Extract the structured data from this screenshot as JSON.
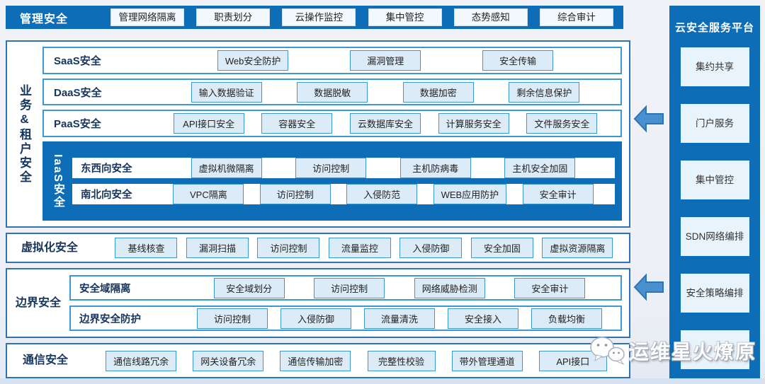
{
  "palette": {
    "deep_blue": "#0d6db6",
    "section_border": "#2e74b5",
    "row_border": "#3d97d3",
    "chip_bg": "#dcebf8",
    "navy_text": "#17365d",
    "arrow_fill": "#4a8fce"
  },
  "top_bar": {
    "title": "管理安全",
    "items": [
      "管理网络隔离",
      "职责划分",
      "云操作监控",
      "集中管控",
      "态势感知",
      "综合审计"
    ]
  },
  "business": {
    "label": "业务&租户安全",
    "rows": [
      {
        "label": "SaaS安全",
        "items": [
          "Web安全防护",
          "漏洞管理",
          "安全传输"
        ]
      },
      {
        "label": "DaaS安全",
        "items": [
          "输入数据验证",
          "数据脱敏",
          "数据加密",
          "剩余信息保护"
        ]
      },
      {
        "label": "PaaS安全",
        "items": [
          "API接口安全",
          "容器安全",
          "云数据库安全",
          "计算服务安全",
          "文件服务安全"
        ]
      }
    ],
    "iaas": {
      "label": "IaaS安全",
      "rows": [
        {
          "label": "东西向安全",
          "items": [
            "虚拟机微隔离",
            "访问控制",
            "主机防病毒",
            "主机安全加固"
          ]
        },
        {
          "label": "南北向安全",
          "items": [
            "VPC隔离",
            "访问控制",
            "入侵防范",
            "WEB应用防护",
            "安全审计"
          ]
        }
      ]
    }
  },
  "virtualization": {
    "label": "虚拟化安全",
    "items": [
      "基线核查",
      "漏洞扫描",
      "访问控制",
      "流量监控",
      "入侵防御",
      "安全加固",
      "虚拟资源隔离"
    ]
  },
  "boundary": {
    "label": "边界安全",
    "rows": [
      {
        "label": "安全域隔离",
        "items": [
          "安全域划分",
          "访问控制",
          "网络威胁检测",
          "安全审计"
        ]
      },
      {
        "label": "边界安全防护",
        "items": [
          "访问控制",
          "入侵防御",
          "流量清洗",
          "安全接入",
          "负载均衡"
        ]
      }
    ]
  },
  "communication": {
    "label": "通信安全",
    "items": [
      "通信线路冗余",
      "网关设备冗余",
      "通信传输加密",
      "完整性校验",
      "带外管理通道",
      "API接口"
    ]
  },
  "sidebar": {
    "title": "云安全服务平台",
    "items": [
      "集约共享",
      "门户服务",
      "集中管控",
      "SDN网络编排",
      "安全策略编排",
      ""
    ]
  },
  "watermark": {
    "text": "运维星火燎原"
  }
}
